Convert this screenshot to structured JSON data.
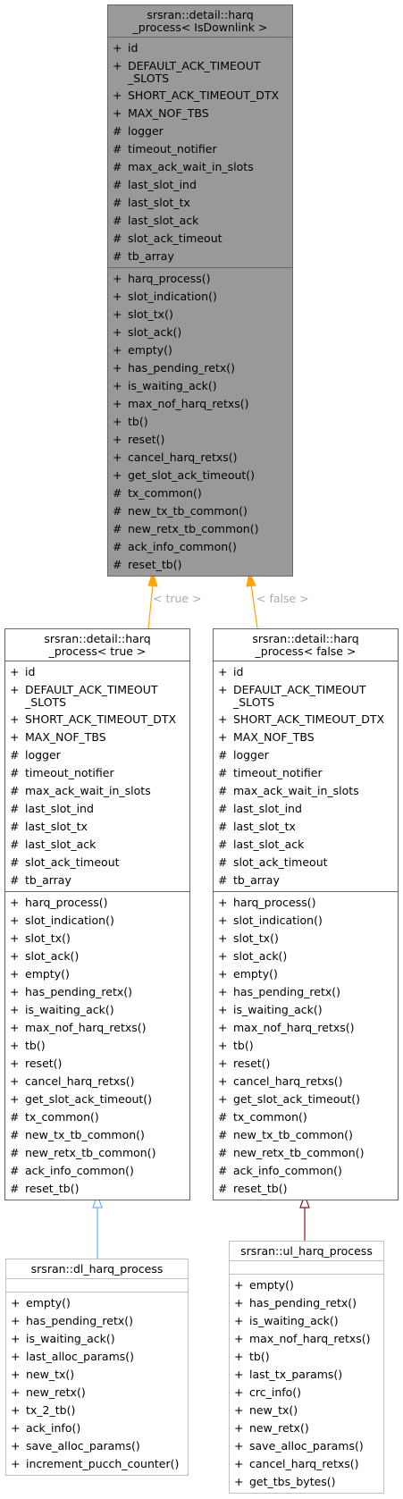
{
  "nodes": {
    "base": {
      "title": [
        "srsran::detail::harq",
        "_process< IsDownlink >"
      ],
      "attributes": [
        {
          "vis": "+",
          "name": "id"
        },
        {
          "vis": "+",
          "name": "DEFAULT_ACK_TIMEOUT\n_SLOTS"
        },
        {
          "vis": "+",
          "name": "SHORT_ACK_TIMEOUT_DTX"
        },
        {
          "vis": "+",
          "name": "MAX_NOF_TBS"
        },
        {
          "vis": "#",
          "name": "logger"
        },
        {
          "vis": "#",
          "name": "timeout_notifier"
        },
        {
          "vis": "#",
          "name": "max_ack_wait_in_slots"
        },
        {
          "vis": "#",
          "name": "last_slot_ind"
        },
        {
          "vis": "#",
          "name": "last_slot_tx"
        },
        {
          "vis": "#",
          "name": "last_slot_ack"
        },
        {
          "vis": "#",
          "name": "slot_ack_timeout"
        },
        {
          "vis": "#",
          "name": "tb_array"
        }
      ],
      "methods": [
        {
          "vis": "+",
          "name": "harq_process()"
        },
        {
          "vis": "+",
          "name": "slot_indication()"
        },
        {
          "vis": "+",
          "name": "slot_tx()"
        },
        {
          "vis": "+",
          "name": "slot_ack()"
        },
        {
          "vis": "+",
          "name": "empty()"
        },
        {
          "vis": "+",
          "name": "has_pending_retx()"
        },
        {
          "vis": "+",
          "name": "is_waiting_ack()"
        },
        {
          "vis": "+",
          "name": "max_nof_harq_retxs()"
        },
        {
          "vis": "+",
          "name": "tb()"
        },
        {
          "vis": "+",
          "name": "reset()"
        },
        {
          "vis": "+",
          "name": "cancel_harq_retxs()"
        },
        {
          "vis": "+",
          "name": "get_slot_ack_timeout()"
        },
        {
          "vis": "#",
          "name": "tx_common()"
        },
        {
          "vis": "#",
          "name": "new_tx_tb_common()"
        },
        {
          "vis": "#",
          "name": "new_retx_tb_common()"
        },
        {
          "vis": "#",
          "name": "ack_info_common()"
        },
        {
          "vis": "#",
          "name": "reset_tb()"
        }
      ]
    },
    "true_spec": {
      "title": [
        "srsran::detail::harq",
        "_process< true >"
      ],
      "attributes": [
        {
          "vis": "+",
          "name": "id"
        },
        {
          "vis": "+",
          "name": "DEFAULT_ACK_TIMEOUT\n_SLOTS"
        },
        {
          "vis": "+",
          "name": "SHORT_ACK_TIMEOUT_DTX"
        },
        {
          "vis": "+",
          "name": "MAX_NOF_TBS"
        },
        {
          "vis": "#",
          "name": "logger"
        },
        {
          "vis": "#",
          "name": "timeout_notifier"
        },
        {
          "vis": "#",
          "name": "max_ack_wait_in_slots"
        },
        {
          "vis": "#",
          "name": "last_slot_ind"
        },
        {
          "vis": "#",
          "name": "last_slot_tx"
        },
        {
          "vis": "#",
          "name": "last_slot_ack"
        },
        {
          "vis": "#",
          "name": "slot_ack_timeout"
        },
        {
          "vis": "#",
          "name": "tb_array"
        }
      ],
      "methods": [
        {
          "vis": "+",
          "name": "harq_process()"
        },
        {
          "vis": "+",
          "name": "slot_indication()"
        },
        {
          "vis": "+",
          "name": "slot_tx()"
        },
        {
          "vis": "+",
          "name": "slot_ack()"
        },
        {
          "vis": "+",
          "name": "empty()"
        },
        {
          "vis": "+",
          "name": "has_pending_retx()"
        },
        {
          "vis": "+",
          "name": "is_waiting_ack()"
        },
        {
          "vis": "+",
          "name": "max_nof_harq_retxs()"
        },
        {
          "vis": "+",
          "name": "tb()"
        },
        {
          "vis": "+",
          "name": "reset()"
        },
        {
          "vis": "+",
          "name": "cancel_harq_retxs()"
        },
        {
          "vis": "+",
          "name": "get_slot_ack_timeout()"
        },
        {
          "vis": "#",
          "name": "tx_common()"
        },
        {
          "vis": "#",
          "name": "new_tx_tb_common()"
        },
        {
          "vis": "#",
          "name": "new_retx_tb_common()"
        },
        {
          "vis": "#",
          "name": "ack_info_common()"
        },
        {
          "vis": "#",
          "name": "reset_tb()"
        }
      ]
    },
    "false_spec": {
      "title": [
        "srsran::detail::harq",
        "_process< false >"
      ],
      "attributes": [
        {
          "vis": "+",
          "name": "id"
        },
        {
          "vis": "+",
          "name": "DEFAULT_ACK_TIMEOUT\n_SLOTS"
        },
        {
          "vis": "+",
          "name": "SHORT_ACK_TIMEOUT_DTX"
        },
        {
          "vis": "+",
          "name": "MAX_NOF_TBS"
        },
        {
          "vis": "#",
          "name": "logger"
        },
        {
          "vis": "#",
          "name": "timeout_notifier"
        },
        {
          "vis": "#",
          "name": "max_ack_wait_in_slots"
        },
        {
          "vis": "#",
          "name": "last_slot_ind"
        },
        {
          "vis": "#",
          "name": "last_slot_tx"
        },
        {
          "vis": "#",
          "name": "last_slot_ack"
        },
        {
          "vis": "#",
          "name": "slot_ack_timeout"
        },
        {
          "vis": "#",
          "name": "tb_array"
        }
      ],
      "methods": [
        {
          "vis": "+",
          "name": "harq_process()"
        },
        {
          "vis": "+",
          "name": "slot_indication()"
        },
        {
          "vis": "+",
          "name": "slot_tx()"
        },
        {
          "vis": "+",
          "name": "slot_ack()"
        },
        {
          "vis": "+",
          "name": "empty()"
        },
        {
          "vis": "+",
          "name": "has_pending_retx()"
        },
        {
          "vis": "+",
          "name": "is_waiting_ack()"
        },
        {
          "vis": "+",
          "name": "max_nof_harq_retxs()"
        },
        {
          "vis": "+",
          "name": "tb()"
        },
        {
          "vis": "+",
          "name": "reset()"
        },
        {
          "vis": "+",
          "name": "cancel_harq_retxs()"
        },
        {
          "vis": "+",
          "name": "get_slot_ack_timeout()"
        },
        {
          "vis": "#",
          "name": "tx_common()"
        },
        {
          "vis": "#",
          "name": "new_tx_tb_common()"
        },
        {
          "vis": "#",
          "name": "new_retx_tb_common()"
        },
        {
          "vis": "#",
          "name": "ack_info_common()"
        },
        {
          "vis": "#",
          "name": "reset_tb()"
        }
      ]
    },
    "dl": {
      "title": [
        "srsran::dl_harq_process"
      ],
      "attributes": [],
      "methods": [
        {
          "vis": "+",
          "name": "empty()"
        },
        {
          "vis": "+",
          "name": "has_pending_retx()"
        },
        {
          "vis": "+",
          "name": "is_waiting_ack()"
        },
        {
          "vis": "+",
          "name": "last_alloc_params()"
        },
        {
          "vis": "+",
          "name": "new_tx()"
        },
        {
          "vis": "+",
          "name": "new_retx()"
        },
        {
          "vis": "+",
          "name": "tx_2_tb()"
        },
        {
          "vis": "+",
          "name": "ack_info()"
        },
        {
          "vis": "+",
          "name": "save_alloc_params()"
        },
        {
          "vis": "+",
          "name": "increment_pucch_counter()"
        }
      ]
    },
    "ul": {
      "title": [
        "srsran::ul_harq_process"
      ],
      "attributes": [],
      "methods": [
        {
          "vis": "+",
          "name": "empty()"
        },
        {
          "vis": "+",
          "name": "has_pending_retx()"
        },
        {
          "vis": "+",
          "name": "is_waiting_ack()"
        },
        {
          "vis": "+",
          "name": "max_nof_harq_retxs()"
        },
        {
          "vis": "+",
          "name": "tb()"
        },
        {
          "vis": "+",
          "name": "last_tx_params()"
        },
        {
          "vis": "+",
          "name": "crc_info()"
        },
        {
          "vis": "+",
          "name": "new_tx()"
        },
        {
          "vis": "+",
          "name": "new_retx()"
        },
        {
          "vis": "+",
          "name": "save_alloc_params()"
        },
        {
          "vis": "+",
          "name": "cancel_harq_retxs()"
        },
        {
          "vis": "+",
          "name": "get_tbs_bytes()"
        }
      ]
    }
  },
  "edges": {
    "true_label": "< true >",
    "false_label": "< false >",
    "template_color": "#ffa500",
    "dl_color": "#63b8ff",
    "ul_color": "#8b1a1a",
    "label_color": "#aaaaaa"
  }
}
